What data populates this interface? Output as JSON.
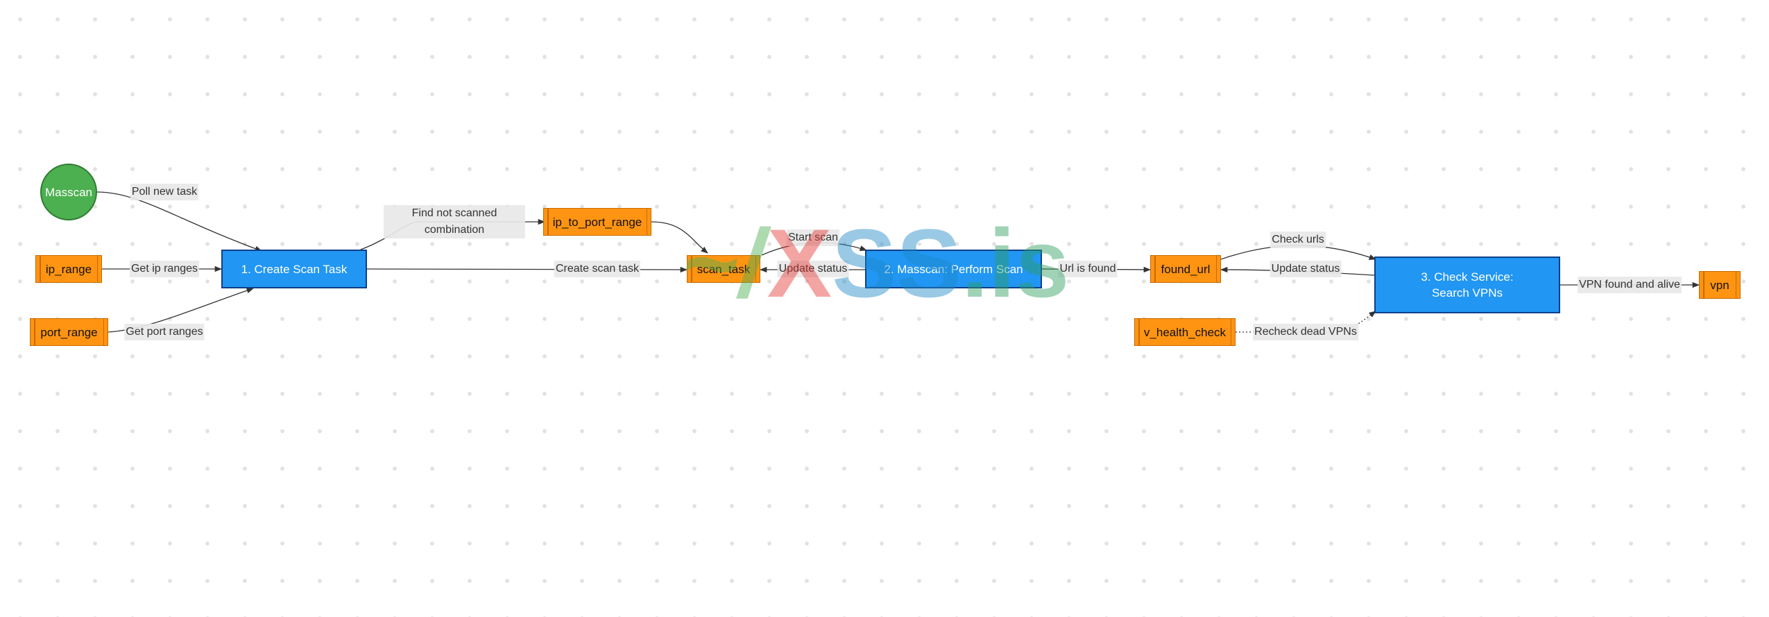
{
  "nodes": {
    "masscan": "Masscan",
    "ip_range": "ip_range",
    "port_range": "port_range",
    "create_scan_task": "1. Create Scan Task",
    "ip_to_port_range": "ip_to_port_range",
    "scan_task": "scan_task",
    "masscan_perform_scan": "2. Masscan: Perform Scan",
    "found_url": "found_url",
    "v_health_check": "v_health_check",
    "check_service": "3. Check Service: Search VPNs",
    "vpn": "vpn"
  },
  "edges": {
    "poll_new_task": "Poll new task",
    "get_ip_ranges": "Get ip ranges",
    "get_port_ranges": "Get port ranges",
    "find_not_scanned": "Find not scanned combination",
    "create_scan_task": "Create scan task",
    "start_scan": "Start scan",
    "update_status_scan": "Update status",
    "url_is_found": "Url is found",
    "check_urls": "Check urls",
    "update_status_check": "Update status",
    "recheck_dead_vpns": "Recheck dead VPNs",
    "vpn_found_and_alive": "VPN found and alive"
  },
  "watermark": {
    "slash": "~/",
    "x": "X",
    "ss": "SS",
    "is": ".is"
  },
  "colors": {
    "process": "#2196f3",
    "data_store": "#ff9412",
    "start": "#4caf50",
    "edge": "#333333",
    "label_bg": "#e8e8e8"
  }
}
